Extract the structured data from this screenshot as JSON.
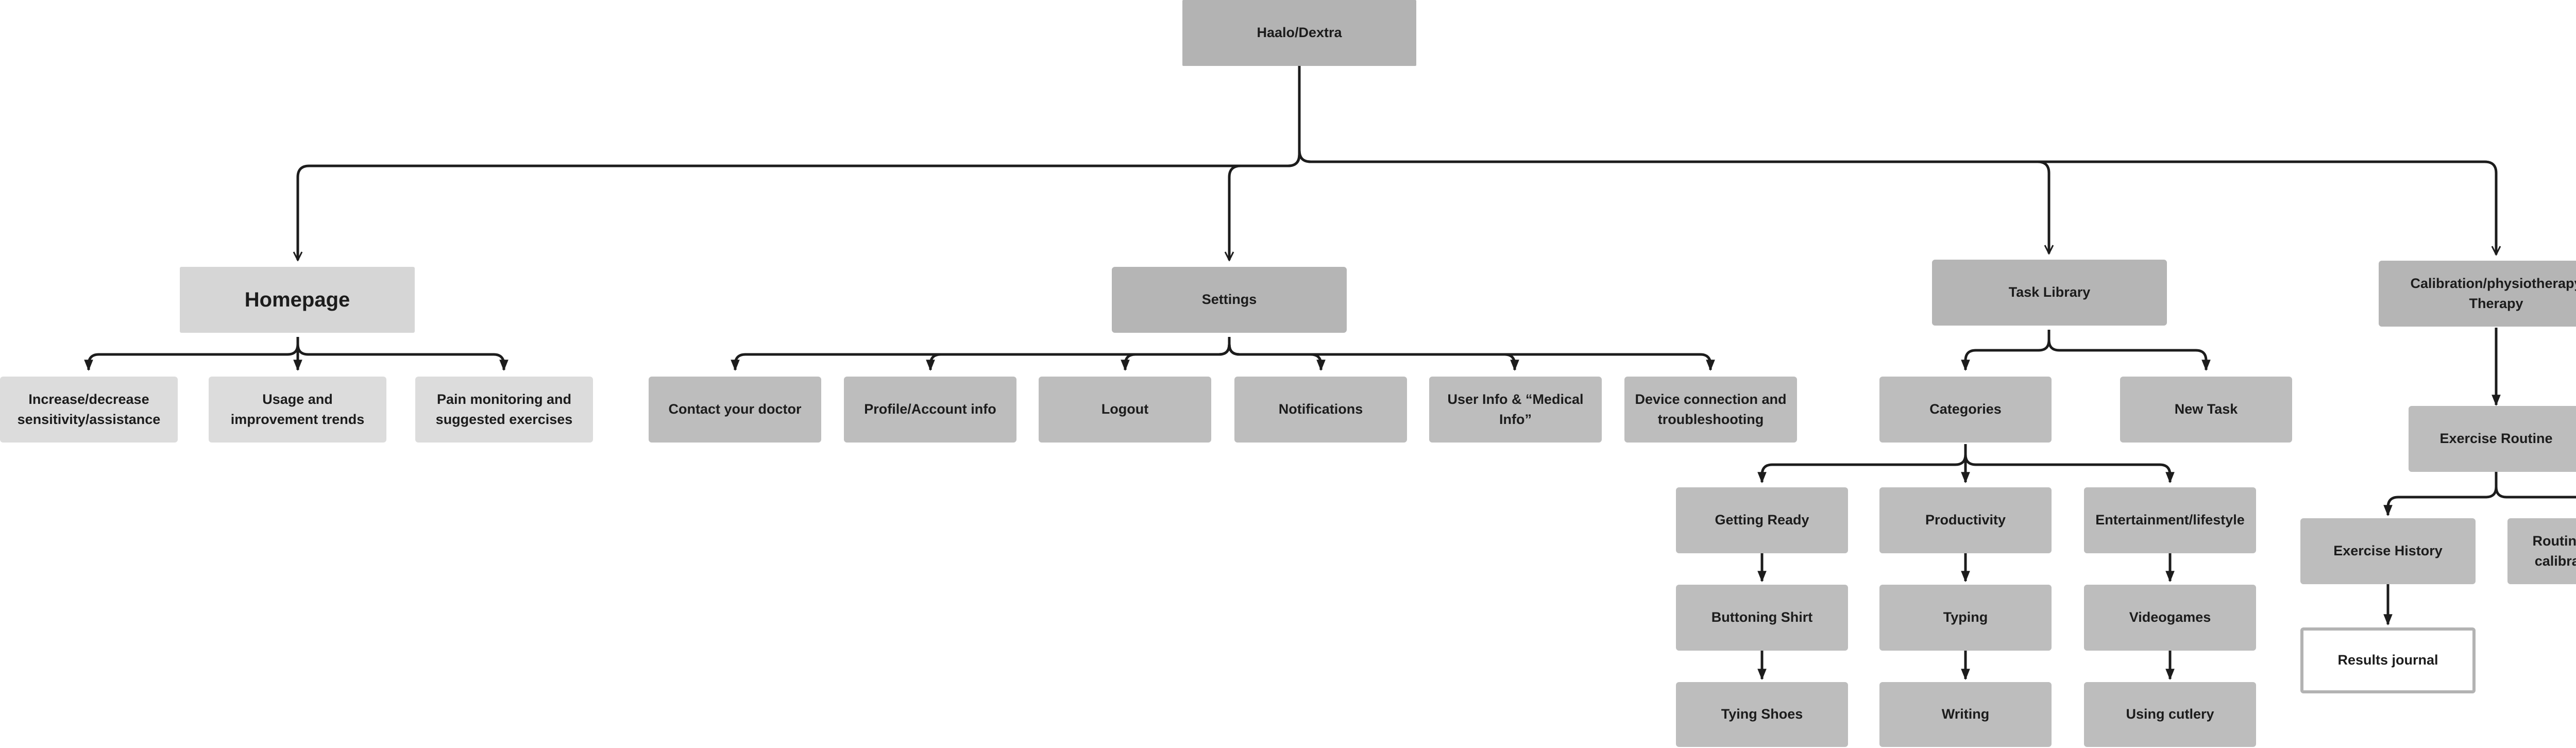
{
  "diagram": {
    "type": "sitemap-tree",
    "nodes": {
      "root": "Haalo/Dextra",
      "homepage": "Homepage",
      "settings": "Settings",
      "task_library": "Task Library",
      "calibration": "Calibration/physiotherapy Therapy",
      "increase_decrease": "Increase/decrease sensitivity/assistance",
      "usage_trends": "Usage and improvement trends",
      "pain_monitoring": "Pain monitoring and suggested exercises",
      "contact_doctor": "Contact your doctor",
      "profile_account": "Profile/Account info",
      "logout": "Logout",
      "notifications": "Notifications",
      "user_info": "User Info & “Medical Info”",
      "device_connection": "Device connection and troubleshooting",
      "categories": "Categories",
      "new_task": "New Task",
      "getting_ready": "Getting Ready",
      "productivity": "Productivity",
      "entertainment": "Entertainment/lifestyle",
      "buttoning_shirt": "Buttoning Shirt",
      "typing": "Typing",
      "videogames": "Videogames",
      "tying_shoes": "Tying Shoes",
      "writing": "Writing",
      "using_cutlery": "Using cutlery",
      "exercise_routine": "Exercise Routine",
      "exercise_history": "Exercise History",
      "routine_of_day": "Routine of the day, calibration built in",
      "results_journal": "Results journal"
    },
    "edges": [
      [
        "root",
        "homepage"
      ],
      [
        "root",
        "settings"
      ],
      [
        "root",
        "task_library"
      ],
      [
        "root",
        "calibration"
      ],
      [
        "homepage",
        "increase_decrease"
      ],
      [
        "homepage",
        "usage_trends"
      ],
      [
        "homepage",
        "pain_monitoring"
      ],
      [
        "settings",
        "contact_doctor"
      ],
      [
        "settings",
        "profile_account"
      ],
      [
        "settings",
        "logout"
      ],
      [
        "settings",
        "notifications"
      ],
      [
        "settings",
        "user_info"
      ],
      [
        "settings",
        "device_connection"
      ],
      [
        "task_library",
        "categories"
      ],
      [
        "task_library",
        "new_task"
      ],
      [
        "categories",
        "getting_ready"
      ],
      [
        "categories",
        "productivity"
      ],
      [
        "categories",
        "entertainment"
      ],
      [
        "getting_ready",
        "buttoning_shirt"
      ],
      [
        "buttoning_shirt",
        "tying_shoes"
      ],
      [
        "productivity",
        "typing"
      ],
      [
        "typing",
        "writing"
      ],
      [
        "entertainment",
        "videogames"
      ],
      [
        "videogames",
        "using_cutlery"
      ],
      [
        "calibration",
        "exercise_routine"
      ],
      [
        "exercise_routine",
        "exercise_history"
      ],
      [
        "exercise_routine",
        "routine_of_day"
      ],
      [
        "exercise_history",
        "results_journal"
      ]
    ]
  }
}
